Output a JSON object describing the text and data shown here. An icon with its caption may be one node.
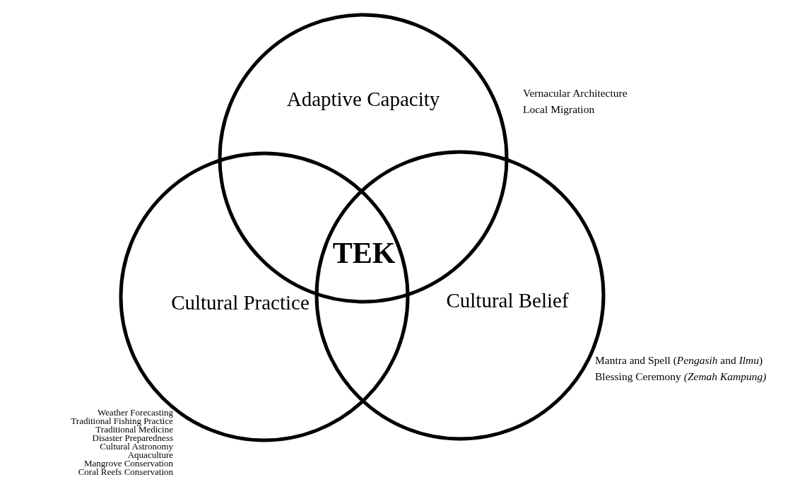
{
  "diagram": {
    "nodes": [
      {
        "text": [
          "Adaptive Capacity"
        ],
        "beside": [
          "Vernacular Architecture",
          "Local Migration"
        ]
      },
      {
        "text": [
          "Cultural Practice"
        ],
        "beside": [
          "Weather Forecasting",
          "Traditional Fishing Practice",
          "Traditional Medicine",
          "Disaster Preparedness",
          "Cultural Astronomy",
          "Aquaculture",
          "Mangrove Conservation",
          "Coral Reefs Conservation"
        ]
      },
      {
        "text": [
          "Cultural Belief"
        ],
        "beside": [
          "Mantra and Spell (*Pengasih* and *Ilmu*)",
          "Blessing Ceremony *(Zemah Kampung)*"
        ]
      }
    ],
    "labels": [
      "TEK"
    ]
  }
}
